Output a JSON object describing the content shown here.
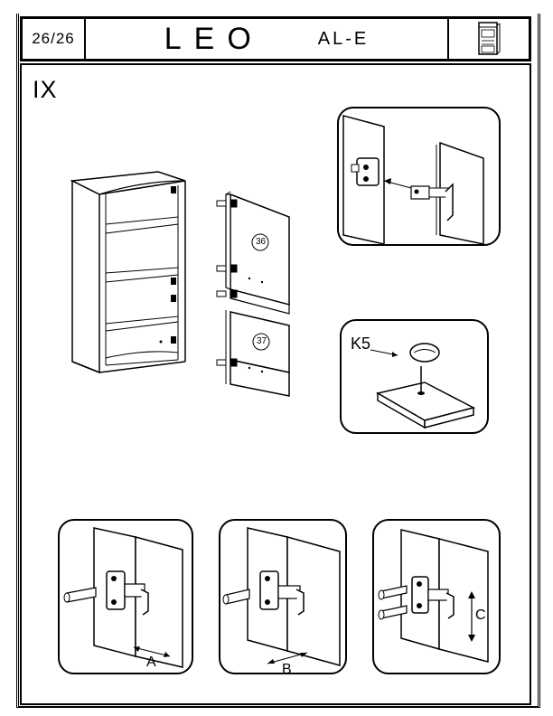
{
  "header": {
    "page_number": "26/26",
    "product_name": "LEO",
    "model_code": "AL-E"
  },
  "step_number": "IX",
  "parts": {
    "door_upper": "36",
    "door_lower": "37"
  },
  "fitting_label": "K5",
  "adjustments": {
    "horizontal": "A",
    "depth": "B",
    "vertical": "C"
  },
  "icons": [
    "cabinet-thumbnail-icon"
  ]
}
